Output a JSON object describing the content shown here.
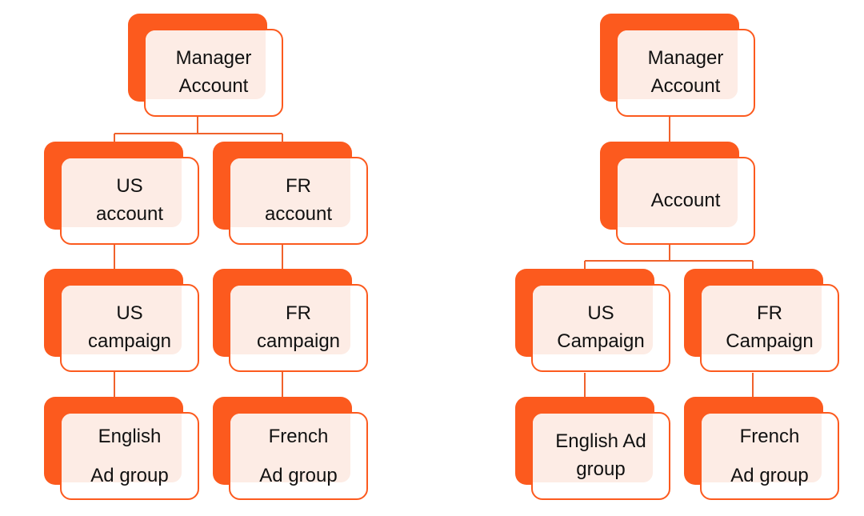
{
  "colors": {
    "accent": "#fc5a1e",
    "tint": "#fdece5",
    "line": "#f0622c",
    "text": "#111111"
  },
  "diagrams": [
    {
      "name": "left-hierarchy",
      "nodes": {
        "manager": "Manager\nAccount",
        "us_account": "US\naccount",
        "fr_account": "FR\naccount",
        "us_campaign": "US\ncampaign",
        "fr_campaign": "FR\ncampaign",
        "english_adgroup": "English\nAd group",
        "french_adgroup": "French\nAd group"
      }
    },
    {
      "name": "right-hierarchy",
      "nodes": {
        "manager": "Manager\nAccount",
        "account": "Account",
        "us_campaign": "US\nCampaign",
        "fr_campaign": "FR\nCampaign",
        "english_adgroup": "English Ad\ngroup",
        "french_adgroup": "French\nAd group"
      }
    }
  ]
}
